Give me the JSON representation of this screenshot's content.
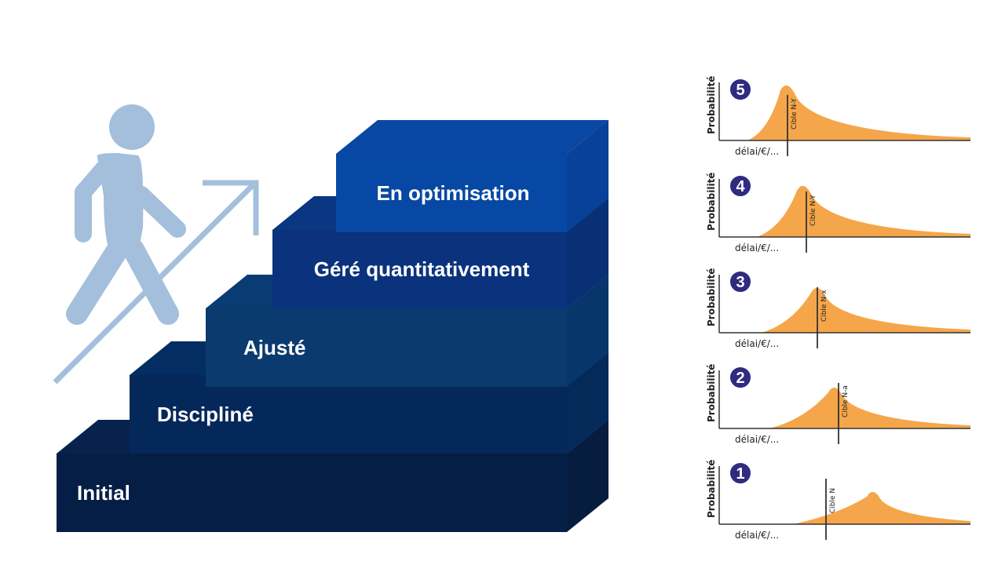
{
  "staircase": {
    "levels": [
      {
        "label": "Initial"
      },
      {
        "label": "Discipliné"
      },
      {
        "label": "Ajusté"
      },
      {
        "label": "Géré quantitativement"
      },
      {
        "label": "En optimisation"
      }
    ],
    "colors": {
      "front": [
        "#051e45",
        "#05285a",
        "#0a3a6e",
        "#0b327c",
        "#0748a4"
      ],
      "top": [
        "#07224d",
        "#042d62",
        "#0a3c74",
        "#0a3682",
        "#0848a4"
      ],
      "side": [
        "#071d40",
        "#042a5a",
        "#08356a",
        "#093075",
        "#07419a"
      ]
    }
  },
  "figure": {
    "icon": "walking-person-icon",
    "arrow": "up-right-arrow-icon",
    "color": "#a3bfdc"
  },
  "distribution_panel": {
    "y_label": "Probabilité",
    "x_label": "délai/€/...",
    "fill_color": "#f5a64a",
    "badge_color": "#2e2b80",
    "charts": [
      {
        "badge": "5",
        "target_label": "Cible N-Y"
      },
      {
        "badge": "4",
        "target_label": "Cible N-Y"
      },
      {
        "badge": "3",
        "target_label": "Cible N-x"
      },
      {
        "badge": "2",
        "target_label": "Cible N-a"
      },
      {
        "badge": "1",
        "target_label": "Cible N"
      }
    ]
  }
}
